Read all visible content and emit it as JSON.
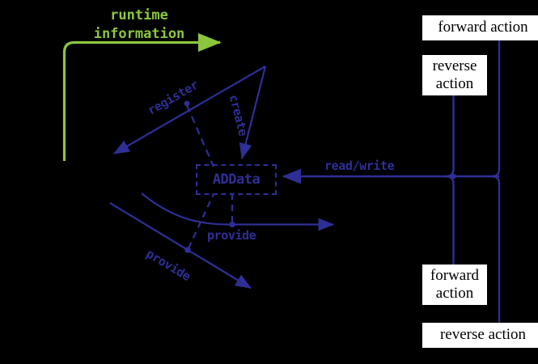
{
  "diagram": {
    "title_note": "runtime information flow diagram",
    "colors": {
      "background": "#000000",
      "blue": "#2E2F96",
      "green": "#8CC63F",
      "box_fill": "#FFFFFF",
      "box_text": "#000000"
    },
    "green_flow": {
      "label_line1": "runtime",
      "label_line2": "information"
    },
    "center_node": {
      "label": "ADData"
    },
    "edge_labels": {
      "register": "register",
      "create": "create",
      "read_write": "read/write",
      "provide_upper": "provide",
      "provide_lower": "provide"
    },
    "action_boxes": [
      {
        "name": "forward-action-top",
        "text": "forward action"
      },
      {
        "name": "reverse-action-top",
        "text": "reverse\naction"
      },
      {
        "name": "forward-action-bottom",
        "text": "forward\naction"
      },
      {
        "name": "reverse-action-bottom",
        "text": "reverse action"
      }
    ]
  }
}
